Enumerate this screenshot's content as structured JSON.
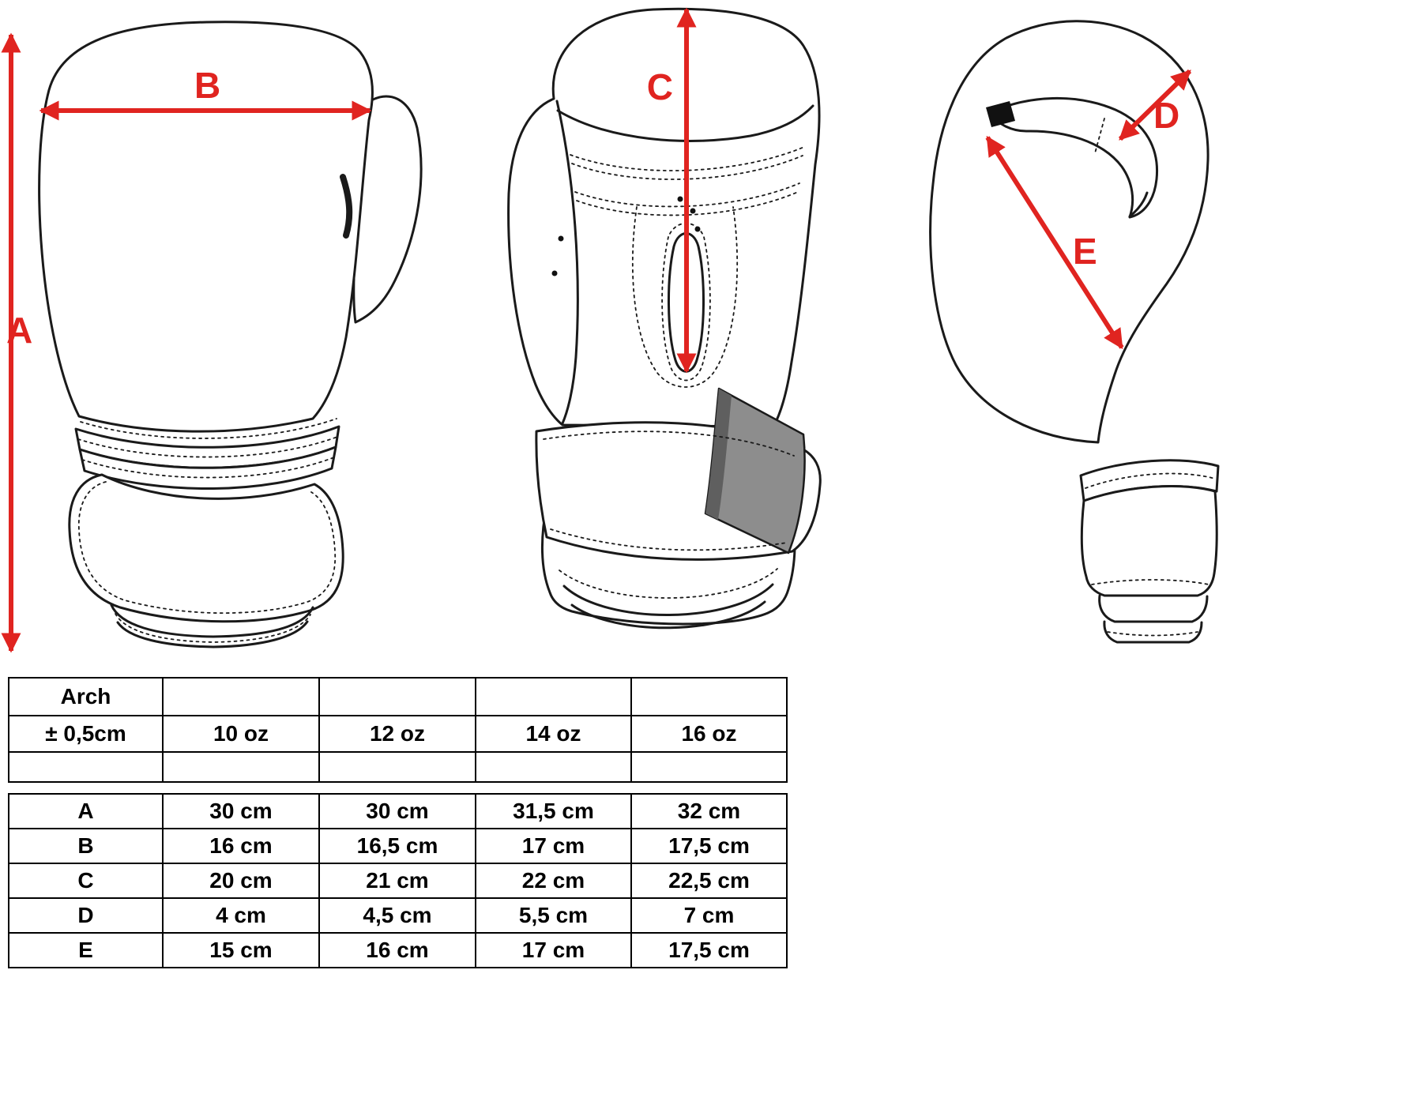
{
  "diagram": {
    "arrow_color": "#e02420",
    "line_color": "#1a1a1a",
    "velcro_color": "#8d8d8d",
    "velcro_edge_color": "#5f5f5f",
    "labels": {
      "a": "A",
      "b": "B",
      "c": "C",
      "d": "D",
      "e": "E"
    },
    "views": [
      {
        "name": "back-view"
      },
      {
        "name": "palm-view"
      },
      {
        "name": "side-view"
      }
    ]
  },
  "size_table": {
    "arch_label": "Arch",
    "tolerance_label": "± 0,5cm",
    "columns": [
      "10 oz",
      "12 oz",
      "14 oz",
      "16 oz"
    ],
    "rows": [
      {
        "label": "A",
        "values": [
          "30 cm",
          "30 cm",
          "31,5 cm",
          "32 cm"
        ]
      },
      {
        "label": "B",
        "values": [
          "16 cm",
          "16,5 cm",
          "17 cm",
          "17,5 cm"
        ]
      },
      {
        "label": "C",
        "values": [
          "20 cm",
          "21 cm",
          "22 cm",
          "22,5 cm"
        ]
      },
      {
        "label": "D",
        "values": [
          "4 cm",
          "4,5 cm",
          "5,5 cm",
          "7 cm"
        ]
      },
      {
        "label": "E",
        "values": [
          "15 cm",
          "16 cm",
          "17 cm",
          "17,5 cm"
        ]
      }
    ]
  }
}
